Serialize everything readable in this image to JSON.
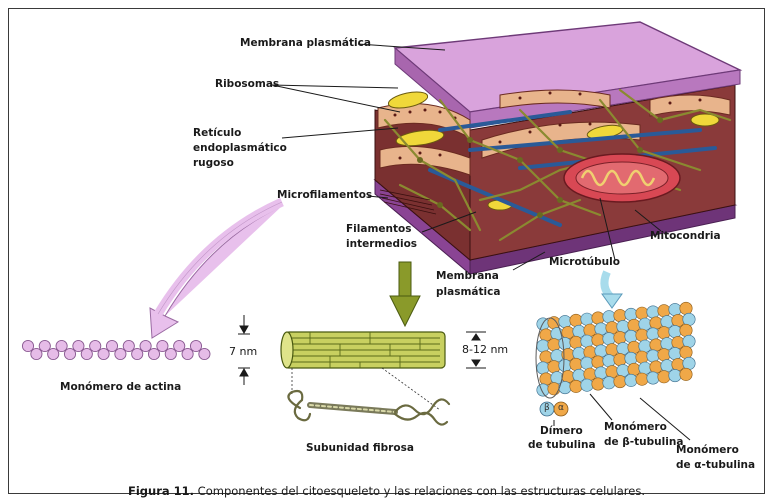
{
  "labels": {
    "membrana_top": "Membrana plasmática",
    "ribosomas": "Ribosomas",
    "reticulo": [
      "Retículo",
      "endoplasmático",
      "rugoso"
    ],
    "microfilamentos": "Microfilamentos",
    "filamentos": [
      "Filamentos",
      "intermedios"
    ],
    "mitocondria": "Mitocondria",
    "microtubulo": "Microtúbulo",
    "membrana_bottom": [
      "Membrana",
      "plasmática"
    ],
    "monomero_actina": "Monómero de actina",
    "subunidad": "Subunidad fibrosa",
    "dimero": [
      "Dímero",
      "de tubulina"
    ],
    "monomero_beta": [
      "Monómero",
      "de β-tubulina"
    ],
    "monomero_alfa": [
      "Monómero",
      "de α-tubulina"
    ],
    "beta_symbol": "β",
    "alfa_symbol": "α"
  },
  "dimensions": {
    "actina": "7 nm",
    "intermedios": "8-12 nm"
  },
  "caption": {
    "prefix": "Figura 11.",
    "text": " Componentes del citoesqueleto y las relaciones con las estructuras celulares."
  },
  "colors": {
    "membrane": "#c080c8",
    "membrane_dark": "#8a4a96",
    "cytoplasm": "#7a2e2e",
    "er": "#e6b48a",
    "filament": "#8a8a3a",
    "microtubule": "#3b6ea8",
    "mito": "#d84a54",
    "actin": "#e2b8e6",
    "tubulin_a": "#9fd4e8",
    "tubulin_b": "#f0a848",
    "ifil": "#c8d060",
    "arrow_pink": "#e8c0ec",
    "arrow_olive": "#8a9a2a",
    "arrow_cyan": "#a8dcec"
  }
}
